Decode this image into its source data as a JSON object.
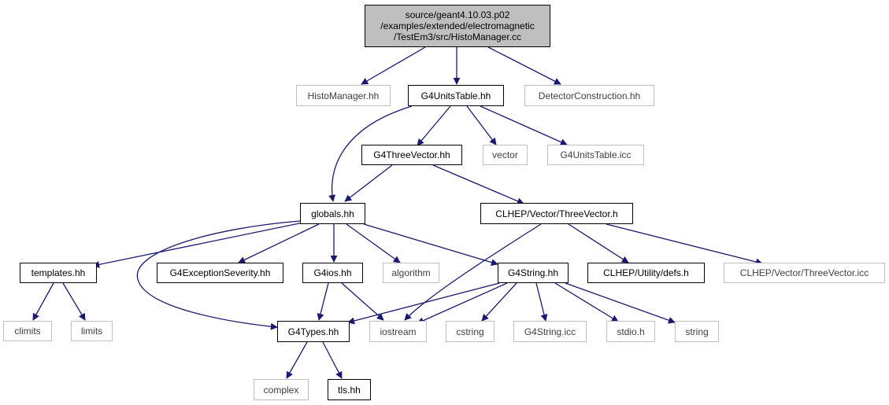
{
  "diagram": {
    "title": "",
    "colors": {
      "edge": "#191970",
      "doc_border": "#000000",
      "ext_border": "#bfbfbf",
      "root_fill": "#bfbfbf"
    },
    "root": {
      "lines": [
        "source/geant4.10.03.p02",
        "/examples/extended/electromagnetic",
        "/TestEm3/src/HistoManager.cc"
      ]
    },
    "nodes": {
      "histomanager_hh": "HistoManager.hh",
      "g4unitstable_hh": "G4UnitsTable.hh",
      "detectorconstruction_hh": "DetectorConstruction.hh",
      "g4threevector_hh": "G4ThreeVector.hh",
      "vector": "vector",
      "g4unitstable_icc": "G4UnitsTable.icc",
      "globals_hh": "globals.hh",
      "clhep_vector_threevector_h": "CLHEP/Vector/ThreeVector.h",
      "templates_hh": "templates.hh",
      "g4exceptionseverity_hh": "G4ExceptionSeverity.hh",
      "g4ios_hh": "G4ios.hh",
      "algorithm": "algorithm",
      "g4string_hh": "G4String.hh",
      "clhep_utility_defs_h": "CLHEP/Utility/defs.h",
      "clhep_vector_threevector_icc": "CLHEP/Vector/ThreeVector.icc",
      "climits": "climits",
      "limits": "limits",
      "g4types_hh": "G4Types.hh",
      "iostream": "iostream",
      "cstring": "cstring",
      "g4string_icc": "G4String.icc",
      "stdio_h": "stdio.h",
      "string": "string",
      "complex": "complex",
      "tls_hh": "tls.hh"
    }
  }
}
